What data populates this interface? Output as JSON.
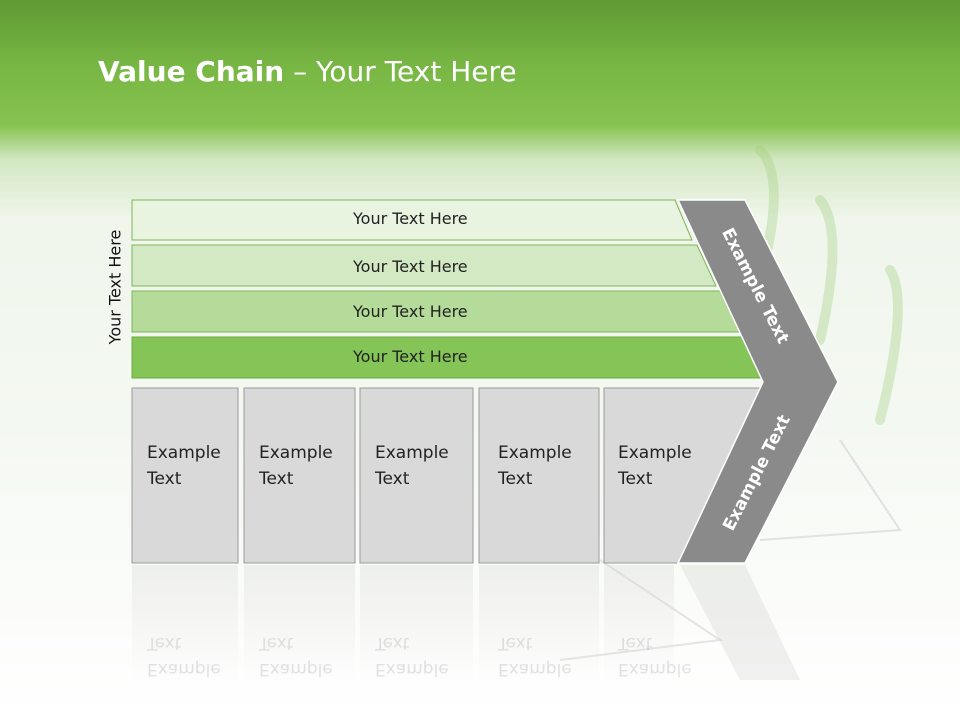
{
  "slide": {
    "title_bold": "Value Chain",
    "title_rest": " – Your Text Here",
    "side_label": "Your Text Here"
  },
  "bands": [
    {
      "label": "Your Text Here",
      "color": "#e8f3e0"
    },
    {
      "label": "Your Text Here",
      "color": "#d3e9c3"
    },
    {
      "label": "Your Text Here",
      "color": "#b5db9a"
    },
    {
      "label": "Your Text Here",
      "color": "#85c457"
    }
  ],
  "boxes": [
    {
      "line1": "Example",
      "line2": "Text"
    },
    {
      "line1": "Example",
      "line2": "Text"
    },
    {
      "line1": "Example",
      "line2": "Text"
    },
    {
      "line1": "Example",
      "line2": "Text"
    },
    {
      "line1": "Example",
      "line2": "Text"
    }
  ],
  "chevron": {
    "top_label": "Example Text",
    "bottom_label": "Example Text",
    "color": "#8a8a8a"
  },
  "colors": {
    "header_green": "#79b845",
    "box_fill": "#d9d9d9",
    "box_border": "#9a9a9a"
  }
}
